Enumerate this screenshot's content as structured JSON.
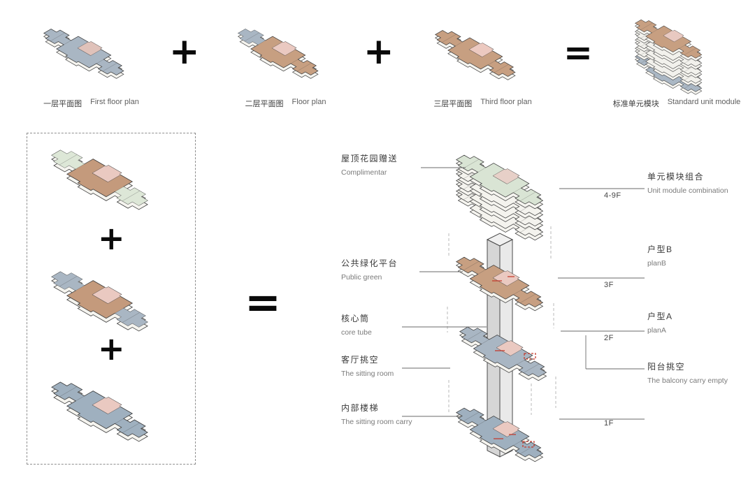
{
  "colors": {
    "blue_gray": "#a9b6c3",
    "slate_blue": "#9fb0bf",
    "tan": "#c79f81",
    "tan_dark": "#c49a7c",
    "pink": "#eac9c1",
    "green": "#dde7d7",
    "roof_green": "#d9e4d4",
    "white_side": "#f5f4ef",
    "outline": "#3a3a3a",
    "red_mark": "#c43b2e"
  },
  "top_row": {
    "plans": [
      {
        "cn": "一层平面图",
        "en": "First floor plan"
      },
      {
        "cn": "二层平面图",
        "en": "Floor plan"
      },
      {
        "cn": "三层平面图",
        "en": "Third floor plan"
      },
      {
        "cn": "标准单元模块",
        "en": "Standard unit module"
      }
    ],
    "op1": "+",
    "op2": "+",
    "op3": "="
  },
  "left_panel": {
    "op1": "+",
    "op2": "+",
    "equals": "="
  },
  "exploded": {
    "left_labels": [
      {
        "cn": "屋顶花园赠送",
        "en": "Complimentar"
      },
      {
        "cn": "公共绿化平台",
        "en": "Public green"
      },
      {
        "cn": "核心筒",
        "en": "core tube"
      },
      {
        "cn": "客厅挑空",
        "en": "The sitting room"
      },
      {
        "cn": "内部楼梯",
        "en": "The sitting room carry"
      }
    ],
    "right_labels": [
      {
        "cn": "单元模块组合",
        "en": "Unit module combination"
      },
      {
        "cn": "户型B",
        "en": "planB"
      },
      {
        "cn": "户型A",
        "en": "planA"
      },
      {
        "cn": "阳台挑空",
        "en": "The balcony carry empty"
      }
    ],
    "floors": [
      "4-9F",
      "3F",
      "2F",
      "1F"
    ]
  }
}
